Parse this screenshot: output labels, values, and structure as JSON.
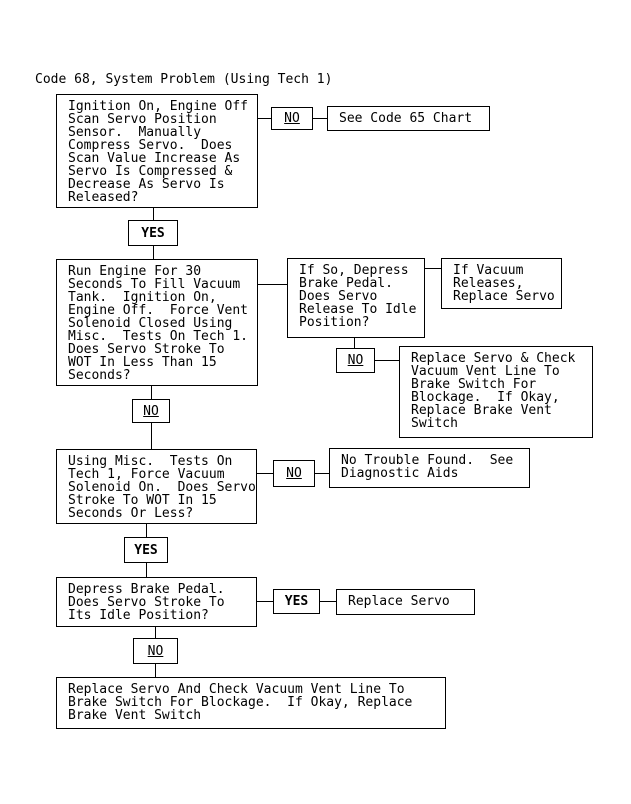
{
  "title": "Code 68, System Problem (Using Tech 1)",
  "colors": {
    "background": "#ffffff",
    "line": "#000000",
    "text": "#000000"
  },
  "labels": {
    "yes": "YES",
    "no": "NO"
  },
  "boxes": {
    "q1": "Ignition On, Engine Off\nScan Servo Position\nSensor.  Manually\nCompress Servo.  Does\nScan Value Increase As\nServo Is Compressed &\nDecrease As Servo Is\nReleased?",
    "see_code_65": "See Code 65 Chart",
    "q2": "Run Engine For 30\nSeconds To Fill Vacuum\nTank.  Ignition On,\nEngine Off.  Force Vent\nSolenoid Closed Using\nMisc.  Tests On Tech 1.\nDoes Servo Stroke To\nWOT In Less Than 15\nSeconds?",
    "if_so": "If So, Depress\nBrake Pedal.\nDoes Servo\nRelease To Idle\nPosition?",
    "if_vacuum": "If Vacuum\nReleases,\nReplace Servo",
    "replace_servo_check": "Replace Servo & Check\nVacuum Vent Line To\nBrake Switch For\nBlockage.  If Okay,\nReplace Brake Vent\nSwitch",
    "q3": "Using Misc.  Tests On\nTech 1, Force Vacuum\nSolenoid On.  Does Servo\nStroke To WOT In 15\nSeconds Or Less?",
    "no_trouble": "No Trouble Found.  See\nDiagnostic Aids",
    "q4": "Depress Brake Pedal.\nDoes Servo Stroke To\nIts Idle Position?",
    "replace_servo": "Replace Servo",
    "replace_servo_and_check": "Replace Servo And Check Vacuum Vent Line To\nBrake Switch For Blockage.  If Okay, Replace\nBrake Vent Switch"
  }
}
